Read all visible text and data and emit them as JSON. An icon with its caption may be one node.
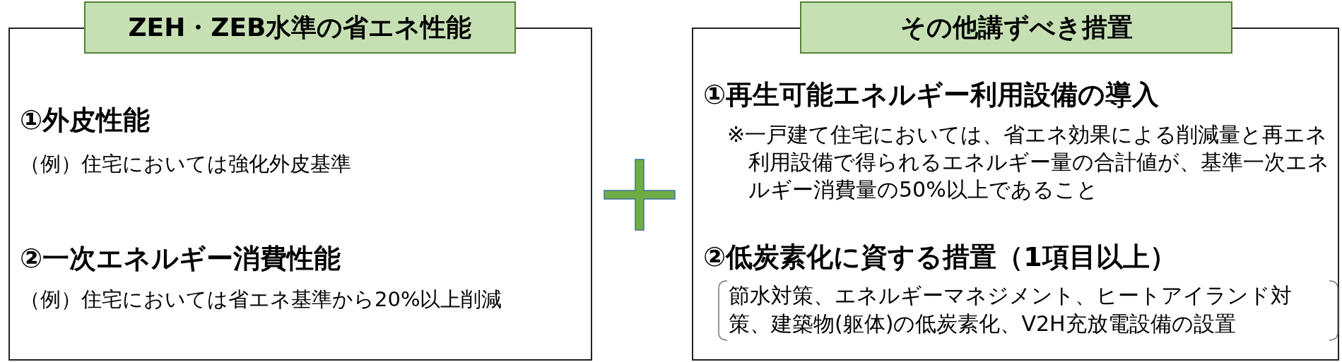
{
  "diagram": {
    "nodes": [
      {
        "text": [
          "①外皮性能",
          "（例）住宅においては強化外皮基準",
          "②一次エネルギー消費性能",
          "（例）住宅においては省エネ基準から20%以上削減"
        ]
      },
      {
        "text": [
          "ZEH・ZEB水準の省エネ性能"
        ]
      },
      {
        "text": [
          "①再生可能エネルギー利用設備の導入",
          "※一戸建て住宅においては、省エネ効果による削減量と再エネ利用設備で得られるエネルギー量の合計値が、基準一次エネルギー消費量の50%以上であること",
          "②低炭素化に資する措置（1項目以上）",
          "節水対策、エネルギーマネジメント、ヒートアイランド対策、建築物(躯体)の低炭素化、V2H充放電設備の設置"
        ]
      },
      {
        "text": [
          "その他講ずべき措置"
        ]
      }
    ]
  }
}
